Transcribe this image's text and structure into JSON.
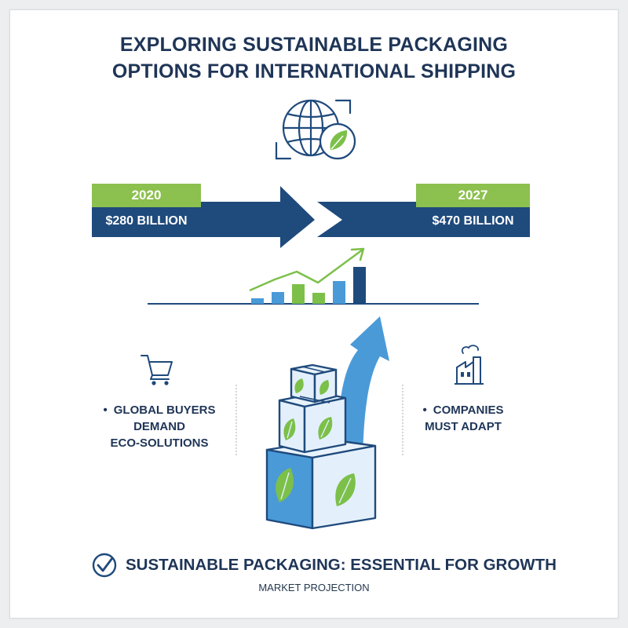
{
  "title": {
    "line1": "EXPLORING SUSTAINABLE PACKAGING",
    "line2": "OPTIONS FOR INTERNATIONAL SHIPPING"
  },
  "timeline": {
    "start": {
      "year": "2020",
      "value": "$280 BILLION"
    },
    "end": {
      "year": "2027",
      "value": "$470 BILLION"
    }
  },
  "left_point": {
    "lines": [
      "GLOBAL BUYERS",
      "DEMAND",
      "ECO-SOLUTIONS"
    ],
    "bullet": "•",
    "icon": "shopping-cart-icon"
  },
  "right_point": {
    "lines": [
      "COMPANIES",
      "MUST ADAPT"
    ],
    "bullet": "•",
    "icon": "factory-icon"
  },
  "conclusion": "SUSTAINABLE PACKAGING: ESSENTIAL FOR GROWTH",
  "caption": "MARKET PROJECTION",
  "colors": {
    "navy": "#1f4a7c",
    "dark_text": "#1f3557",
    "green": "#8cc04f",
    "blue": "#4a9ad8",
    "light_blue": "#e3f0fb"
  }
}
